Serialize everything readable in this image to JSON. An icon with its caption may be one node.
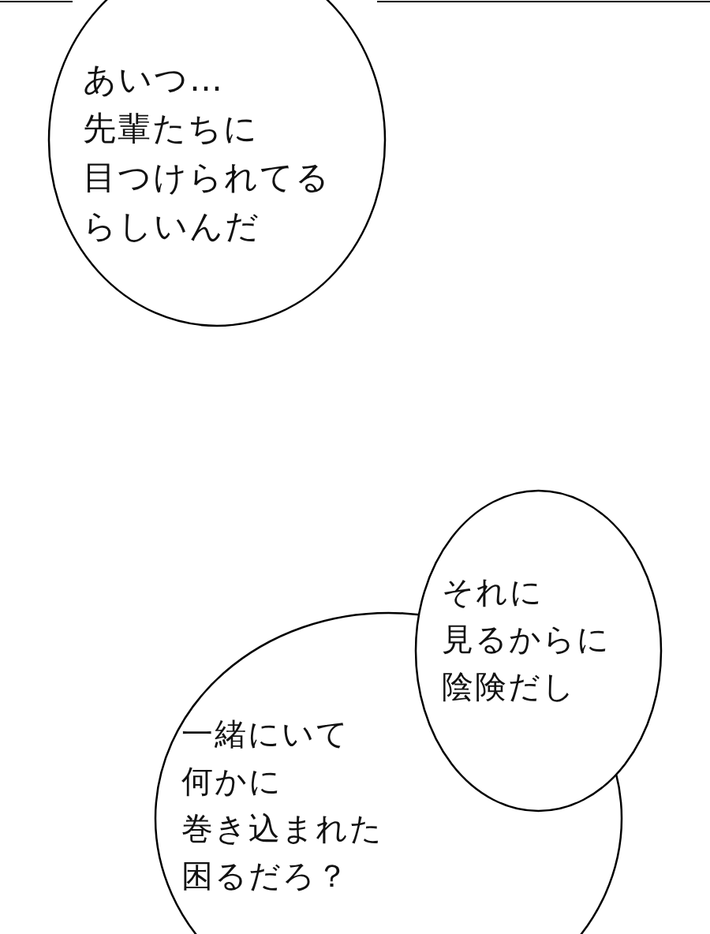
{
  "diagram": {
    "nodes": [
      {
        "text": [
          "あいつ…先輩たちに目つけられてるらしいんだ"
        ]
      },
      {
        "text": [
          "それに見るからに陰険だし"
        ]
      },
      {
        "text": [
          "一緒にいて何かに巻き込まれた困るだろ？"
        ]
      }
    ],
    "edges": []
  }
}
